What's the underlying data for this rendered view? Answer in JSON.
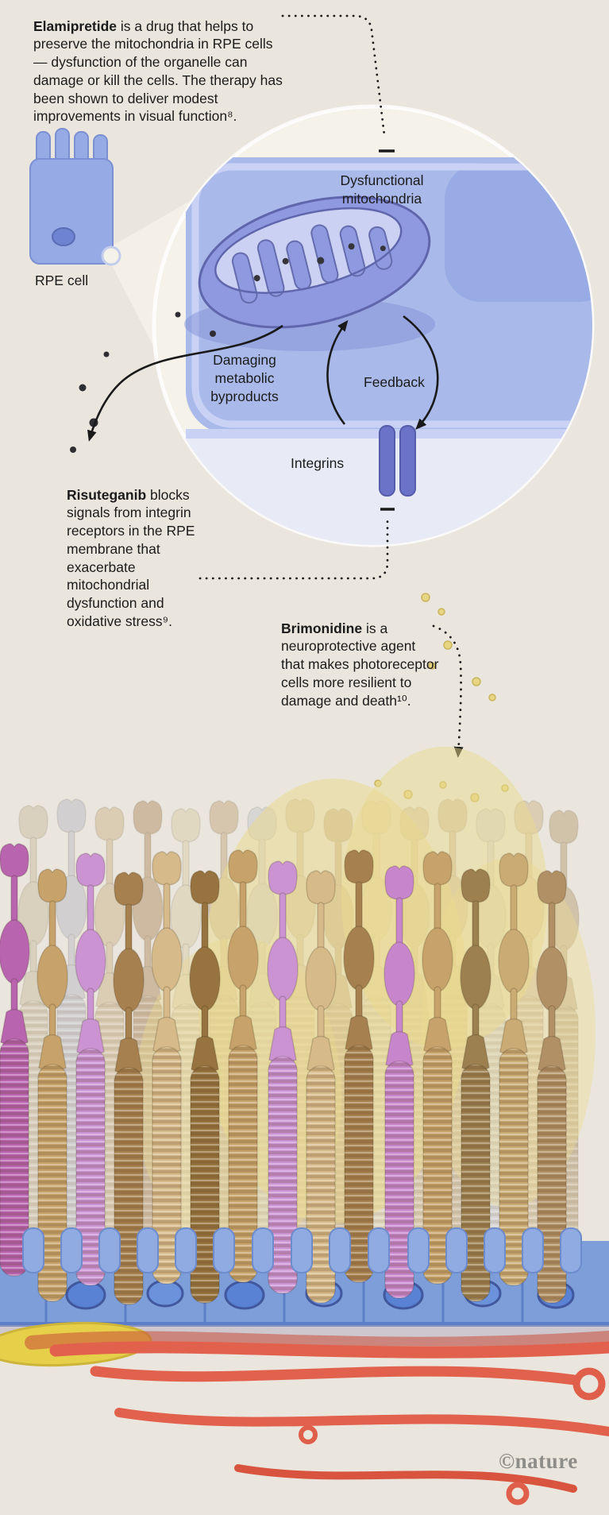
{
  "annotations": {
    "elamipretide": {
      "name": "Elamipretide",
      "text": " is a drug that helps to preserve the mitochondria in RPE cells — dysfunction of the organelle can damage or kill the cells. The therapy has been shown to deliver modest improvements in visual function⁸."
    },
    "risuteganib": {
      "name": "Risuteganib",
      "text": " blocks signals from integrin receptors in the RPE membrane that exacerbate mitochondrial dysfunction and oxidative stress⁹."
    },
    "brimonidine": {
      "name": "Brimonidine",
      "text": " is a neuroprotective agent that makes photoreceptor cells more resilient to damage and death¹⁰."
    }
  },
  "labels": {
    "rpe_cell": "RPE cell",
    "dysfunctional_mitochondria": "Dysfunctional mitochondria",
    "damaging_byproducts": "Damaging metabolic byproducts",
    "feedback": "Feedback",
    "integrins": "Integrins"
  },
  "credit": "©nature",
  "colors": {
    "background": "#ebe6dd",
    "zoom_circle": "#f5f2ea",
    "cell_blue": "#a9b9e9",
    "membrane_light": "#c9d2f4",
    "mitochondria_purple": "#8e99df",
    "mitochondria_matrix": "#cbd1f3",
    "integrin_blue": "#6a73c8",
    "byproduct_black": "#2f2f33",
    "drop_yellow": "#e7d583",
    "rpe_layer_blue": "#7d9ed8",
    "rpe_nucleus_blue": "#5a82d4",
    "vessel_red": "#e2614c",
    "fat_yellow": "#e6cf49"
  }
}
